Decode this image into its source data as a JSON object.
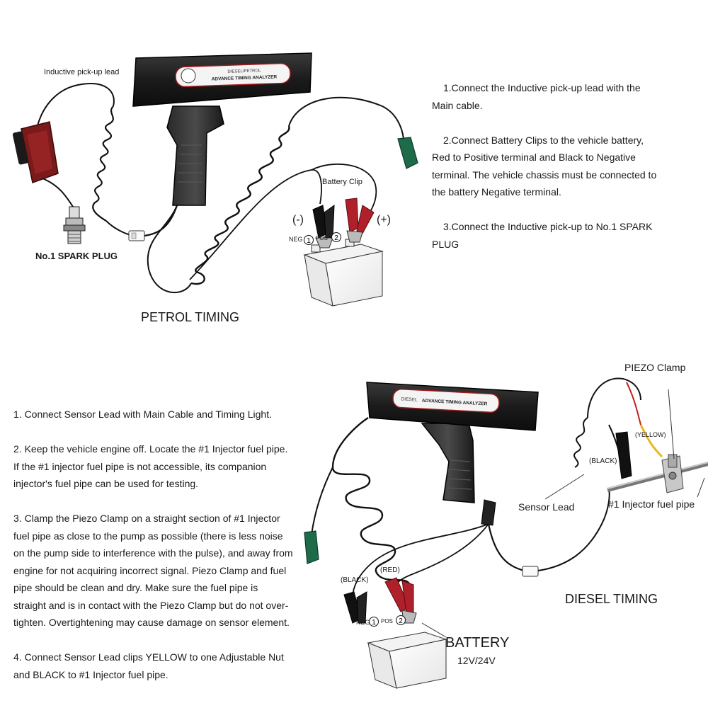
{
  "petrol": {
    "title": "PETROL TIMING",
    "labels": {
      "inductive_lead": "Inductive pick-up lead",
      "spark_plug": "No.1 SPARK PLUG",
      "battery_clip": "Battery Clip",
      "minus": "(-)",
      "plus": "(+)",
      "neg": "NEG",
      "pos": "POS",
      "one": "1",
      "two": "2"
    },
    "device": {
      "brand": "DIESEL/PETROL",
      "name": "ADVANCE TIMING ANALYZER"
    },
    "steps": [
      [
        "1.Connect the Inductive pick-up lead with the",
        "Main cable."
      ],
      [
        "2.Connect Battery Clips to the vehicle battery,",
        "Red to Positive terminal and Black to Negative",
        "terminal. The vehicle chassis must be connected to",
        "the battery Negative terminal."
      ],
      [
        "3.Connect the Inductive pick-up to No.1 SPARK",
        "PLUG"
      ]
    ]
  },
  "diesel": {
    "title": "DIESEL TIMING",
    "labels": {
      "piezo_clamp": "PIEZO Clamp",
      "yellow": "(YELLOW)",
      "black_sensor": "(BLACK)",
      "sensor_lead": "Sensor Lead",
      "injector_pipe": "#1 Injector fuel pipe",
      "black": "(BLACK)",
      "red": "(RED)",
      "battery": "BATTERY",
      "voltage": "12V/24V",
      "neg": "NEG",
      "pos": "POS",
      "one": "1",
      "two": "2"
    },
    "device": {
      "brand": "DIESEL",
      "name": "ADVANCE TIMING ANALYZER"
    },
    "steps": [
      [
        "1. Connect Sensor Lead with Main Cable and Timing Light."
      ],
      [
        "2.  Keep the vehicle engine off. Locate the #1 Injector fuel pipe.",
        "If the #1 injector fuel pipe is not accessible, its companion",
        "injector's fuel pipe can be used for testing."
      ],
      [
        "3.  Clamp the Piezo Clamp on a straight section of #1 Injector",
        "fuel pipe as close to the pump as possible (there is less noise",
        "on the pump side to interference with the pulse), and away from",
        "engine for not acquiring incorrect signal. Piezo Clamp and fuel",
        "pipe should be clean and dry. Make sure the fuel pipe is",
        "straight and is in contact with the Piezo Clamp but do not over-",
        "tighten. Overtightening may cause damage on sensor element."
      ],
      [
        "4.  Connect Sensor Lead clips YELLOW to one Adjustable Nut",
        "and BLACK to #1 Injector fuel pipe."
      ]
    ]
  },
  "colors": {
    "device_body": "#1b1b1b",
    "clip_red": "#b0202a",
    "clip_green": "#1e6b4a",
    "pickup_red": "#7a1a1a",
    "wire_yellow": "#e8b81a",
    "wire_red": "#c02020"
  }
}
